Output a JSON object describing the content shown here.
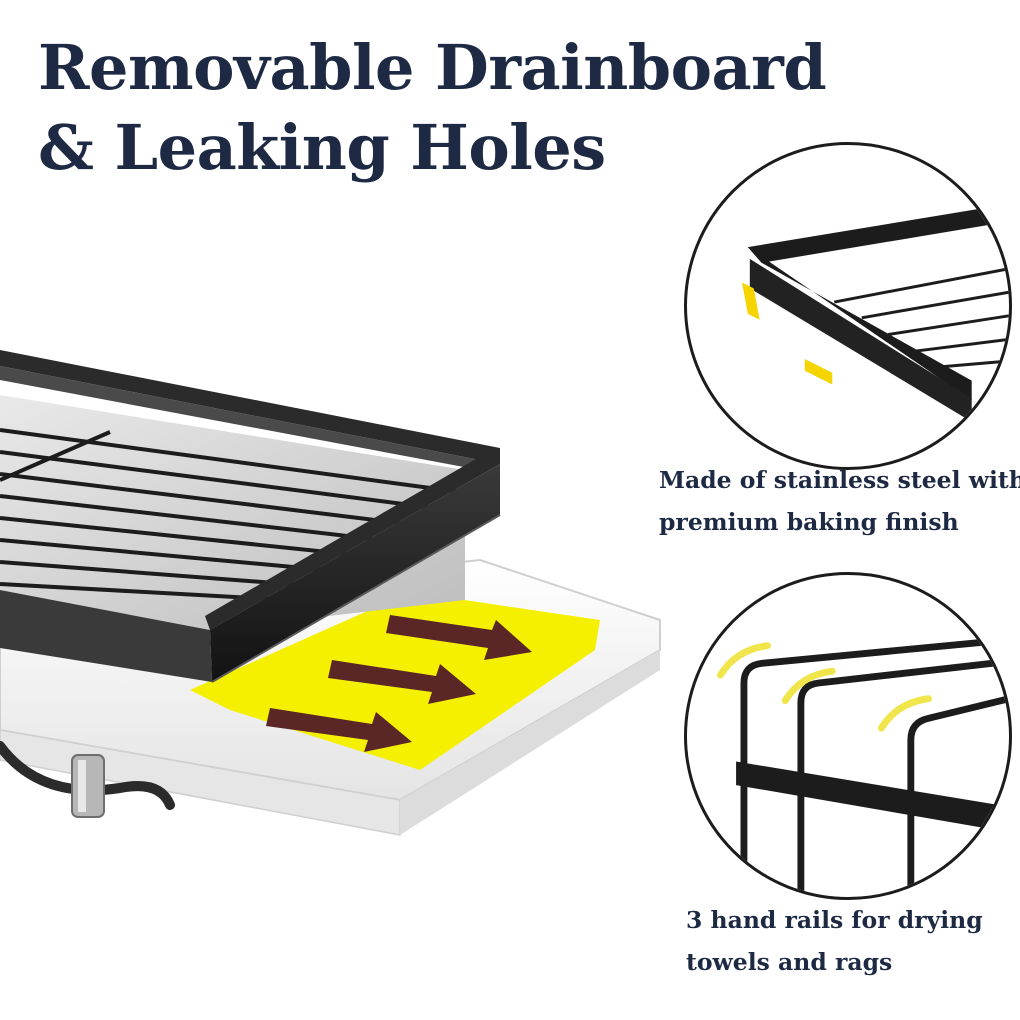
{
  "headline": {
    "line1": "Removable Drainboard",
    "line2": "& Leaking Holes"
  },
  "features": [
    {
      "line1": "Made of stainless steel with",
      "line2": "premium baking finish",
      "icon": "shelf-corner-closeup"
    },
    {
      "line1": "3 hand rails for drying",
      "line2": "towels and rags",
      "icon": "hand-rails-closeup"
    }
  ],
  "colors": {
    "headline_text": "#1e2a44",
    "caption_text": "#1e2a44",
    "shelf_metal": "#1c1c1c",
    "drain_highlight": "#f5f000",
    "arrow": "#5a2626",
    "drainboard": "#f4f4f4"
  }
}
